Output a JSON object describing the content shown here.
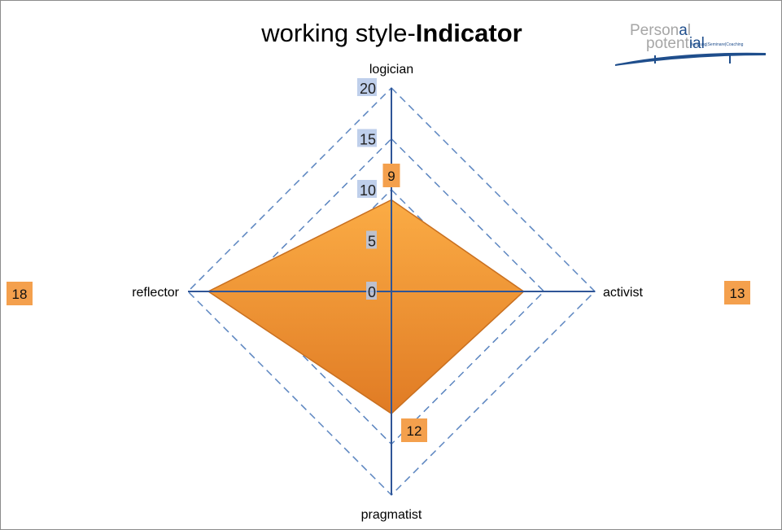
{
  "chart_data": {
    "type": "radar",
    "title_normal": "working style-",
    "title_bold": "Indicator",
    "categories": [
      "logician",
      "activist",
      "pragmatist",
      "reflector"
    ],
    "values": [
      9,
      13,
      12,
      18
    ],
    "rlim": [
      0,
      20
    ],
    "ticks": [
      0,
      5,
      10,
      15,
      20
    ],
    "grid": "dashed",
    "colors": {
      "fill": "#f79a35",
      "axis": "#2f5597",
      "grid": "#5b85c0",
      "label_box": "#f4a04d",
      "tick_bg": "#b4c7e7"
    }
  },
  "logo": {
    "line1": "Personal",
    "line2": "potential",
    "tagline": "Beratung Seminare Coaching"
  }
}
